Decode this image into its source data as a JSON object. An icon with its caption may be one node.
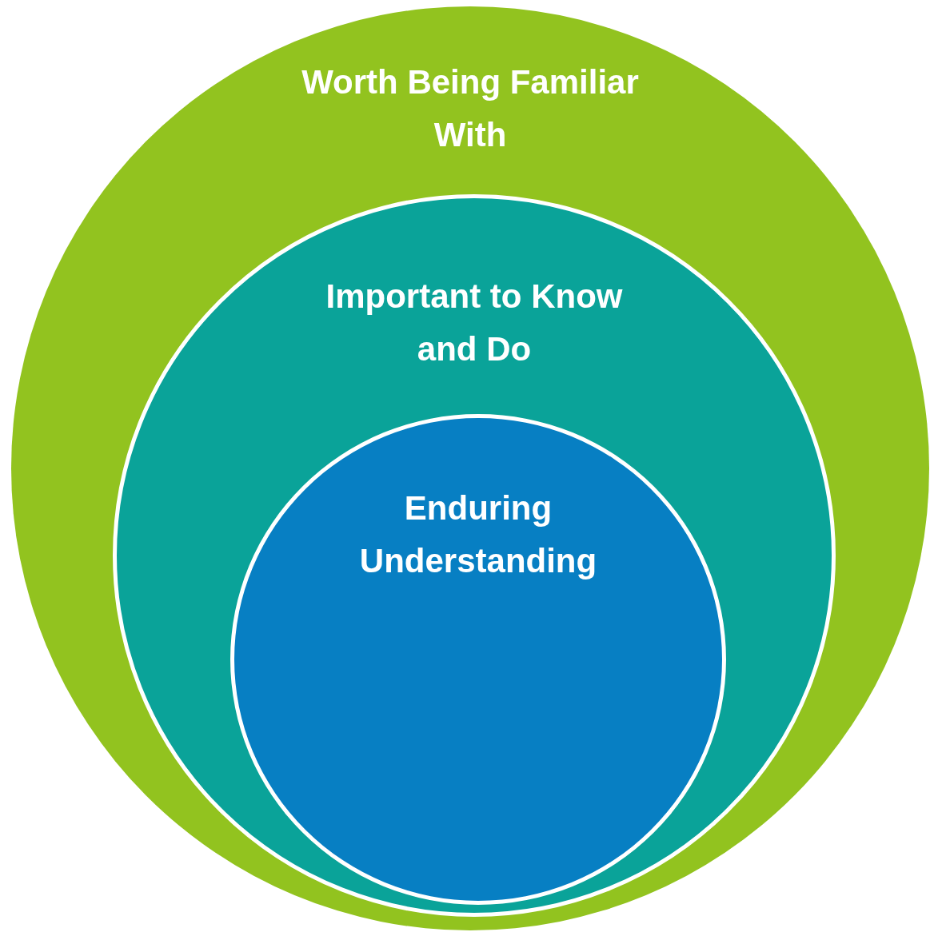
{
  "diagram": {
    "nodes": [
      {
        "text": [
          "Worth Being Familiar With"
        ]
      },
      {
        "text": [
          "Important to Know and Do"
        ],
        "in": 0
      },
      {
        "text": [
          "Enduring Understanding"
        ],
        "in": 1
      }
    ]
  }
}
